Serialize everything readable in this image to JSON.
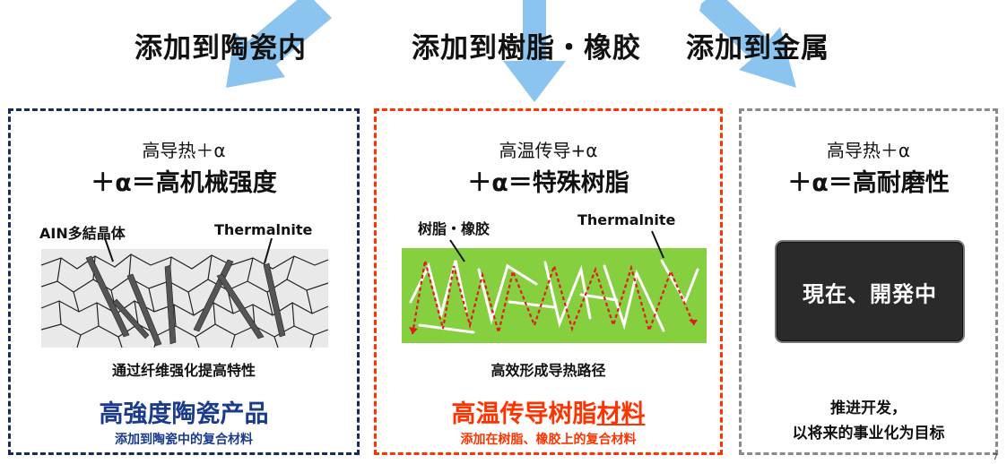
{
  "headings": {
    "ceramic": "添加到陶瓷内",
    "resin": "添加到樹脂・橡胶",
    "metal": "添加到金属"
  },
  "panel_ceramic": {
    "line1": "高导热＋α",
    "line2": "＋α＝高机械强度",
    "label_left": "AIN多結晶体",
    "label_right": "Thermalnite",
    "caption": "通过纤维强化提高特性",
    "title": "高強度陶瓷产品",
    "subtitle": "添加到陶瓷中的复合材料"
  },
  "panel_resin": {
    "line1": "高温传导+α",
    "line2": "＋α＝特殊树脂",
    "label_left": "树脂・橡胶",
    "label_right": "Thermalnite",
    "caption": "高效形成导热路径",
    "title_main": "高温传导树脂",
    "title_underlined": "材料",
    "subtitle": "添加在树脂、橡胶上的复合材料"
  },
  "panel_metal": {
    "line1": "高导热＋α",
    "line2": "＋α＝高耐磨性",
    "dev_box": "現在、開発中",
    "goal": "推进开发，\n以将来的事业化为目标"
  },
  "page_number": "7",
  "colors": {
    "ceramic_title": "#1a3a8c",
    "resin_accent": "#ff3300",
    "arrow": "#8cc4f0",
    "green_matrix": "#86cf3f"
  }
}
